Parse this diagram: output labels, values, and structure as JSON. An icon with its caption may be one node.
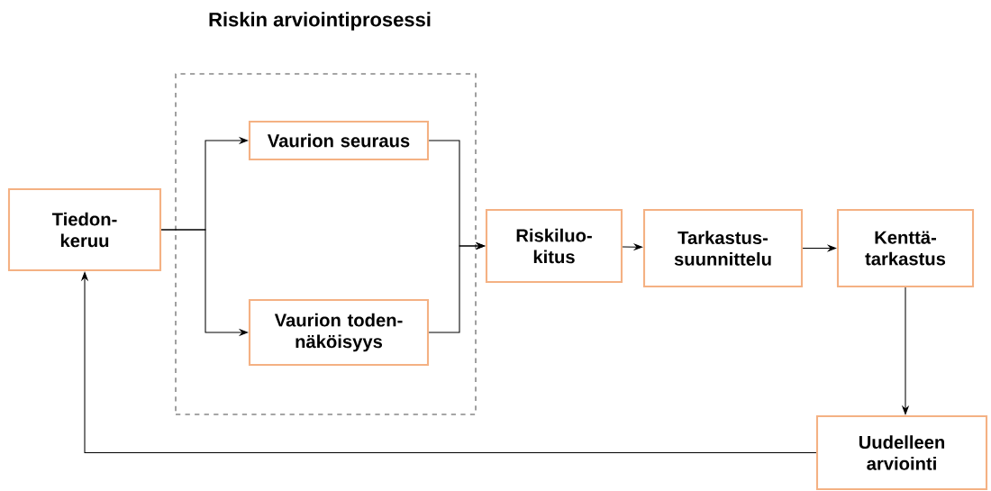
{
  "diagram": {
    "nodes": [
      {
        "text": [
          "Riskin arviointiprosessi"
        ]
      },
      {
        "text": [
          "Tiedon- keruu"
        ]
      },
      {
        "text": [
          "Vaurion seuraus"
        ],
        "in": 0
      },
      {
        "text": [
          "Vaurion toden- näköisyys"
        ],
        "in": 0
      },
      {
        "text": [
          "Riskiluo- kitus"
        ]
      },
      {
        "text": [
          "Tarkastus- suunnittelu"
        ]
      },
      {
        "text": [
          "Kenttä- tarkastus"
        ]
      },
      {
        "text": [
          "Uudelleen arviointi"
        ]
      }
    ],
    "edges": [
      {
        "from": 1,
        "to": 2,
        "arrow": "to"
      },
      {
        "from": 1,
        "to": 3,
        "arrow": "to"
      },
      {
        "from": 2,
        "to": 4,
        "arrow": "to"
      },
      {
        "from": 3,
        "to": 4,
        "arrow": "to"
      },
      {
        "from": 4,
        "to": 5,
        "arrow": "to"
      },
      {
        "from": 5,
        "to": 6,
        "arrow": "to"
      },
      {
        "from": 6,
        "to": 7,
        "arrow": "to"
      },
      {
        "from": 7,
        "to": 1,
        "arrow": "to"
      }
    ]
  }
}
